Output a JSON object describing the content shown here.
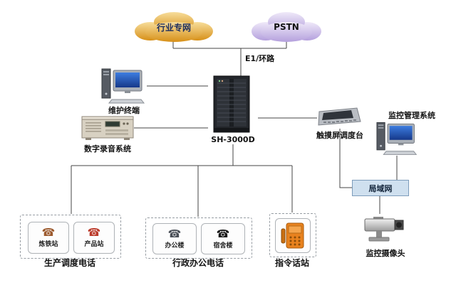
{
  "colors": {
    "industry_cloud": "#d79018",
    "pstn_cloud": "#b4a0dd",
    "lan_fill": "#cfe0ef",
    "command_device": "#e8821e",
    "connector_line": "#444444",
    "screen_blue": "#2e63c8"
  },
  "clouds": {
    "industry": {
      "label": "行业专网"
    },
    "pstn": {
      "label": "PSTN"
    }
  },
  "trunk": {
    "label": "E1/环路"
  },
  "server": {
    "label": "SH-3000D"
  },
  "nodes": {
    "maintenance_terminal": {
      "label": "维护终端"
    },
    "recording_system": {
      "label": "数字录音系统"
    },
    "touch_console": {
      "label": "触摸屏调度台"
    },
    "monitor_system": {
      "label": "监控管理系统"
    },
    "lan": {
      "label": "局域网"
    },
    "camera": {
      "label": "监控摄像头"
    }
  },
  "groups": {
    "production": {
      "label": "生产调度电话",
      "stations": [
        {
          "name": "炼铁站"
        },
        {
          "name": "产品站"
        }
      ]
    },
    "admin": {
      "label": "行政办公电话",
      "stations": [
        {
          "name": "办公楼"
        },
        {
          "name": "宿舍楼"
        }
      ]
    },
    "command": {
      "label": "指令话站"
    }
  },
  "icons": {
    "phone": "☎"
  }
}
